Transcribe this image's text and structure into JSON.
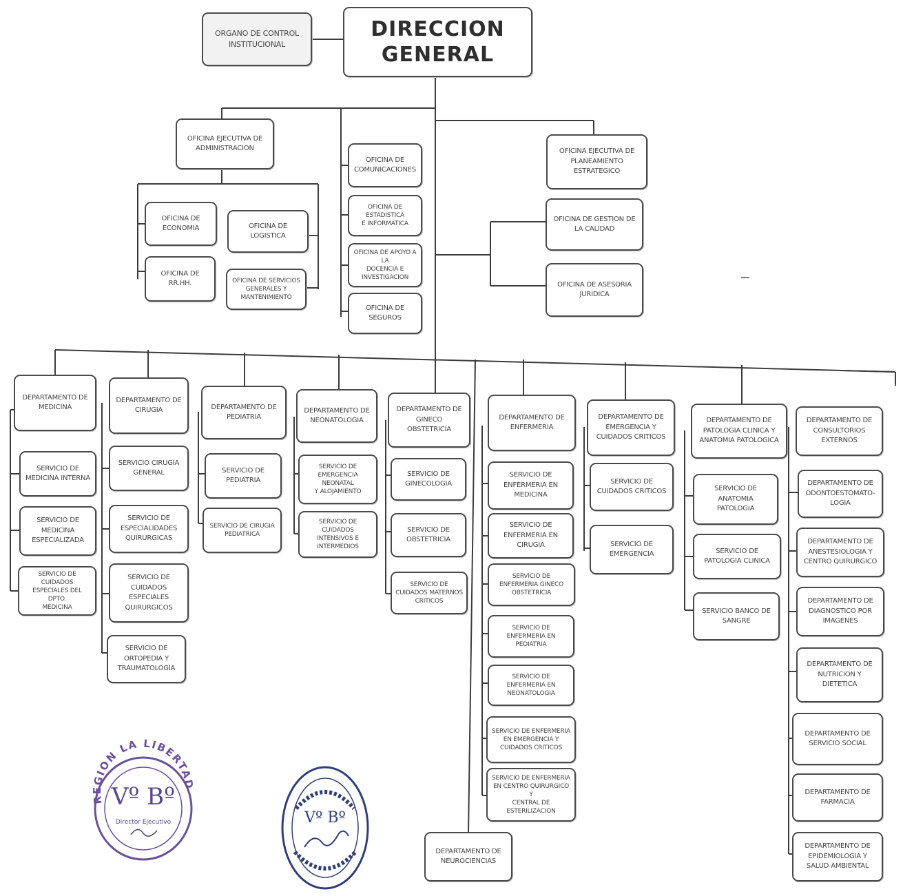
{
  "top": {
    "direccion_general": "DIRECCION\nGENERAL",
    "organo_control": "ORGANO DE CONTROL\nINSTITUCIONAL"
  },
  "staff": {
    "oficina_ejecutiva_administracion": "OFICINA EJECUTIVA DE\nADMINISTRACION",
    "oficina_economia": "OFICINA DE\nECONOMIA",
    "oficina_logistica": "OFICINA DE\nLOGISTICA",
    "oficina_rrhh": "OFICINA DE RR.HH.",
    "oficina_servicios_generales": "OFICINA DE SERVICIOS\nGENERALES Y\nMANTENIMIENTO",
    "oficina_comunicaciones": "OFICINA DE\nCOMUNICACIONES",
    "oficina_estadistica": "OFICINA DE ESTADISTICA\nE INFORMATICA",
    "oficina_apoyo_docencia": "OFICINA DE APOYO A LA\nDOCENCIA E\nINVESTIGACION",
    "oficina_seguros": "OFICINA DE\nSEGUROS",
    "oficina_planeamiento": "OFICINA EJECUTIVA DE\nPLANEAMIENTO\nESTRATEGICO",
    "oficina_gestion_calidad": "OFICINA DE GESTION DE\nLA CALIDAD",
    "oficina_asesoria_juridica": "OFICINA DE ASESORIA\nJURIDICA"
  },
  "departments": {
    "medicina": {
      "title": "DEPARTAMENTO DE\nMEDICINA",
      "services": [
        "SERVICIO DE\nMEDICINA INTERNA",
        "SERVICIO DE\nMEDICINA\nESPECIALIZADA",
        "SERVICIO DE CUIDADOS\nESPECIALES DEL DPTO.\nMEDICINA"
      ]
    },
    "cirugia": {
      "title": "DEPARTAMENTO DE\nCIRUGIA",
      "services": [
        "SERVICIO CIRUGIA\nGENERAL",
        "SERVICIO DE\nESPECIALIDADES\nQUIRURGICAS",
        "SERVICIO DE\nCUIDADOS\nESPECIALES\nQUIRURGICOS",
        "SERVICIO DE\nORTOPEDIA Y\nTRAUMATOLOGIA"
      ]
    },
    "pediatria": {
      "title": "DEPARTAMENTO DE\nPEDIATRIA",
      "services": [
        "SERVICIO DE\nPEDIATRIA",
        "SERVICIO DE CIRUGIA\nPEDIATRICA"
      ]
    },
    "neonatologia": {
      "title": "DEPARTAMENTO DE\nNEONATOLOGIA",
      "services": [
        "SERVICIO DE\nEMERGENCIA NEONATAL\nY ALOJAMIENTO",
        "SERVICIO DE CUIDADOS\nINTENSIVOS E\nINTERMEDIOS"
      ]
    },
    "gineco": {
      "title": "DEPARTAMENTO DE\nGINECO\nOBSTETRICIA",
      "services": [
        "SERVICIO DE\nGINECOLOGIA",
        "SERVICIO DE\nOBSTETRICIA",
        "SERVICIO DE\nCUIDADOS MATERNOS\nCRITICOS"
      ]
    },
    "enfermeria": {
      "title": "DEPARTAMENTO DE\nENFERMERIA",
      "services": [
        "SERVICIO DE\nENFERMERIA EN\nMEDICINA",
        "SERVICIO DE\nENFERMERIA EN\nCIRUGIA",
        "SERVICIO DE\nENFERMERIA GINECO\nOBSTETRICIA",
        "SERVICIO DE\nENFERMERIA EN\nPEDIATRIA",
        "SERVICIO DE\nENFERMERIA EN\nNEONATOLOGIA",
        "SERVICIO DE ENFERMERIA\nEN EMERGENCIA Y\nCUIDADOS CRITICOS",
        "SERVICIO DE ENFERMERIA\nEN CENTRO QUIRURGICO Y\nCENTRAL DE\nESTERILIZACION"
      ]
    },
    "emergencia": {
      "title": "DEPARTAMENTO DE\nEMERGENCIA Y\nCUIDADOS CRITICOS",
      "services": [
        "SERVICIO DE\nCUIDADOS CRITICOS",
        "SERVICIO DE\nEMERGENCIA"
      ]
    },
    "patologia": {
      "title": "DEPARTAMENTO DE\nPATOLOGIA CLINICA Y\nANATOMIA PATOLOGICA",
      "services": [
        "SERVICIO DE\nANATOMIA\nPATOLOGIA",
        "SERVICIO DE\nPATOLOGIA CLINICA",
        "SERVICIO BANCO DE\nSANGRE"
      ]
    },
    "consultorios": {
      "title": "DEPARTAMENTO DE\nCONSULTORIOS\nEXTERNOS",
      "services": [
        "DEPARTAMENTO DE\nODONTOESTOMATO-\nLOGIA",
        "DEPARTAMENTO DE\nANESTESIOLOGIA Y\nCENTRO QUIRURGICO",
        "DEPARTAMENTO DE\nDIAGNOSTICO POR\nIMAGENES",
        "DEPARTAMENTO DE\nNUTRICION Y\nDIETETICA",
        "DEPARTAMENTO DE\nSERVICIO SOCIAL",
        "DEPARTAMENTO DE\nFARMACIA",
        "DEPARTAMENTO DE\nEPIDEMIOLOGIA Y\nSALUD AMBIENTAL"
      ]
    },
    "neurociencias": {
      "title": "DEPARTAMENTO DE\nNEUROCIENCIAS"
    }
  },
  "stamps": {
    "region": {
      "ring_text": "REGION LA LIBERTAD",
      "center": "Vº Bº",
      "sub": "Director Ejecutivo"
    },
    "gerencia": {
      "center": "Vº Bº"
    }
  },
  "colors": {
    "line": "#3c3c3c",
    "box_border": "#4a4a4a",
    "stamp_purple": "#6a4f9a",
    "stamp_navy": "#2f3e7a"
  }
}
